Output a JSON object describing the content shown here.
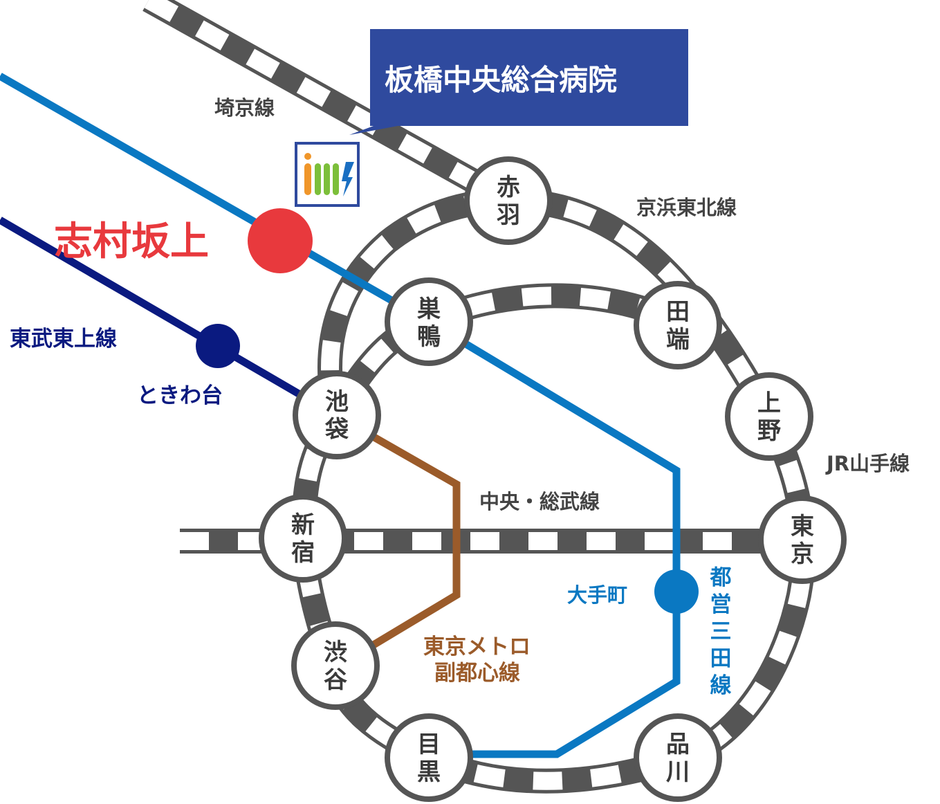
{
  "hospital": {
    "name": "板橋中央総合病院",
    "bg_color": "#2f4a9e"
  },
  "highlight_station": {
    "name": "志村坂上",
    "color": "#e8393d"
  },
  "lines": {
    "saikyo": {
      "name": "埼京線",
      "color": "#555555"
    },
    "keihin_tohoku": {
      "name": "京浜東北線",
      "color": "#555555"
    },
    "yamanote": {
      "name": "JR山手線",
      "color": "#555555"
    },
    "chuo_sobu": {
      "name": "中央・総武線",
      "color": "#555555"
    },
    "tobu_tojo": {
      "name": "東武東上線",
      "color": "#0a1a80"
    },
    "fukutoshin": {
      "name_line1": "東京メトロ",
      "name_line2": "副都心線",
      "color": "#9b5b2a"
    },
    "mita": {
      "name_chars": [
        "都",
        "営",
        "三",
        "田",
        "線"
      ],
      "color": "#0a78c2"
    }
  },
  "dot_stations": {
    "tokiwadai": {
      "name": "ときわ台",
      "color": "#0a1a80"
    },
    "otemachi": {
      "name": "大手町",
      "color": "#0a78c2"
    }
  },
  "stations": {
    "akabane": [
      "赤",
      "羽"
    ],
    "sugamo": [
      "巣",
      "鴨"
    ],
    "tabata": [
      "田",
      "端"
    ],
    "ueno": [
      "上",
      "野"
    ],
    "ikebukuro": [
      "池",
      "袋"
    ],
    "shinjuku": [
      "新",
      "宿"
    ],
    "tokyo": [
      "東",
      "京"
    ],
    "shibuya": [
      "渋",
      "谷"
    ],
    "meguro": [
      "目",
      "黒"
    ],
    "shinagawa": [
      "品",
      "川"
    ]
  },
  "logo": {
    "border_color": "#2f4a9e",
    "accent_orange": "#f0962a",
    "accent_green": "#7cbf3a",
    "accent_blue": "#1a6fc2"
  }
}
